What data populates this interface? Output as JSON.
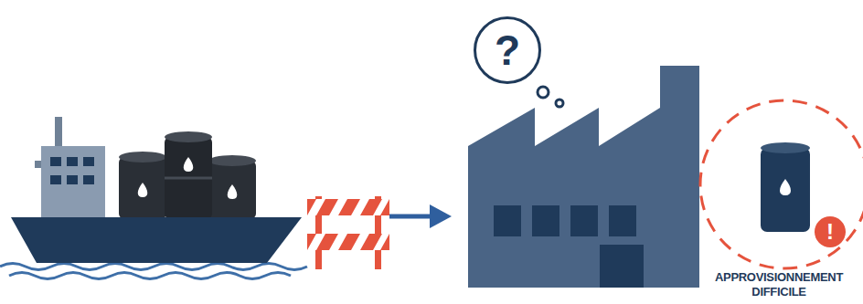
{
  "diagram": {
    "nodes": [
      {
        "text": [
          "?"
        ]
      },
      {
        "text": [
          "APPROVISIONNEMENT DIFFICILE"
        ]
      },
      {
        "text": [
          "!"
        ],
        "in": 1
      }
    ]
  }
}
